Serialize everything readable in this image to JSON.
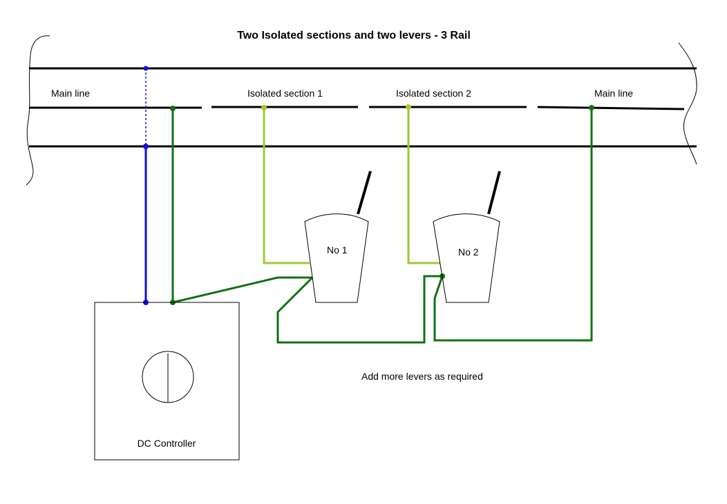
{
  "title": "Two Isolated sections and two levers - 3 Rail",
  "labels": {
    "main_line_left": "Main line",
    "isolated_1": "Isolated section 1",
    "isolated_2": "Isolated section 2",
    "main_line_right": "Main line",
    "lever_1": "No 1",
    "lever_2": "No 2",
    "add_levers": "Add more levers as required",
    "controller": "DC Controller"
  },
  "colors": {
    "rail": "#000000",
    "outer_rail_feed": "#1010e0",
    "center_rail_feed": "#107010",
    "isolated_feed": "#a0c830"
  }
}
